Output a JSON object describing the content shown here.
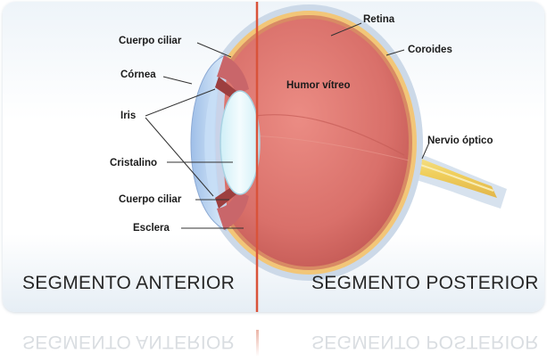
{
  "figure": {
    "labels": {
      "cuerpo_ciliar_top": "Cuerpo ciliar",
      "cornea": "Córnea",
      "iris": "Iris",
      "cristalino": "Cristalino",
      "cuerpo_ciliar_bottom": "Cuerpo ciliar",
      "esclera": "Esclera",
      "retina": "Retina",
      "coroides": "Coroides",
      "humor_vitreo": "Humor vítreo",
      "nervio_optico": "Nervio óptico"
    },
    "segments": {
      "anterior": "SEGMENTO ANTERIOR",
      "posterior": "SEGMENTO POSTERIOR"
    }
  },
  "colors": {
    "divider": "#d9533a",
    "vitreous": "#d9706a",
    "sclera": "#f0c070",
    "lens": "#e4f6fb",
    "cornea": "#aeccf0",
    "nerve": "#f3d774"
  }
}
